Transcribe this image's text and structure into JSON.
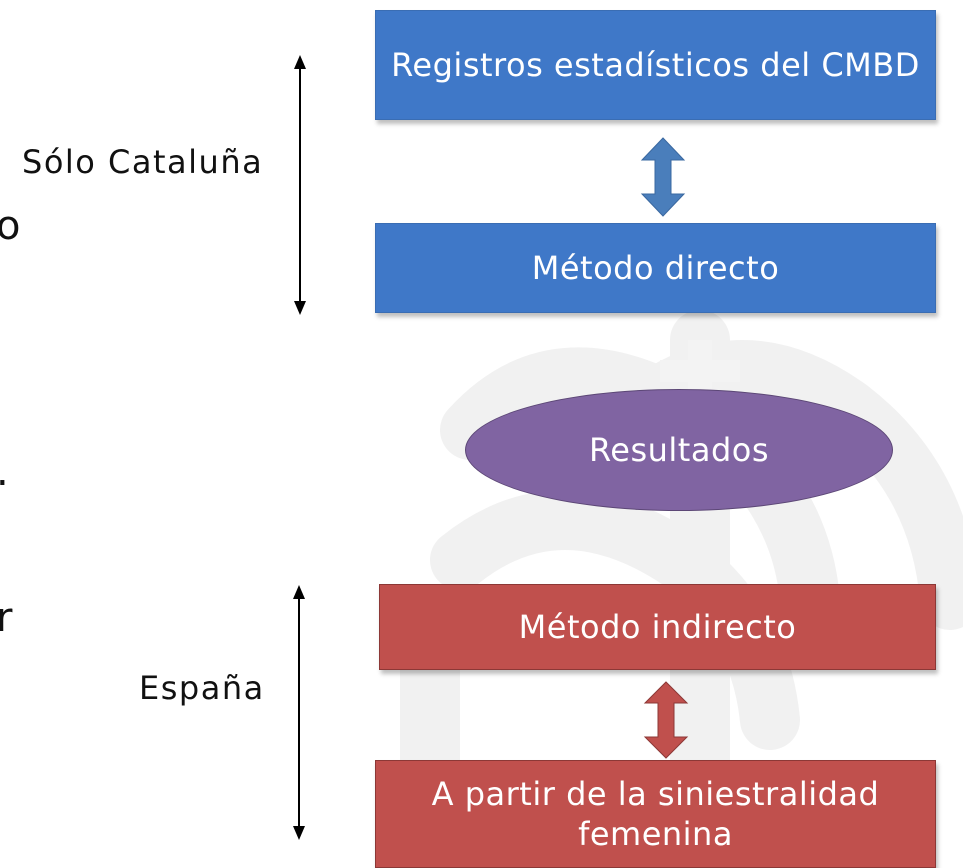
{
  "left_fragments": {
    "frag1": "o",
    "frag2": ".",
    "frag3": "r"
  },
  "labels": {
    "top_range": "Sólo Cataluña",
    "bottom_range": "España"
  },
  "boxes": {
    "registros": "Registros  estadísticos del CMBD",
    "metodo_directo": "Método directo",
    "resultados": "Resultados",
    "metodo_indirecto": "Método indirecto",
    "siniestralidad": "A partir de la siniestralidad femenina"
  },
  "colors": {
    "blue_box": "#3f78c8",
    "purple_ellipse": "#8064a2",
    "red_box": "#c0504d",
    "blue_arrow": "#4a7ebb",
    "red_arrow": "#c0504d"
  }
}
